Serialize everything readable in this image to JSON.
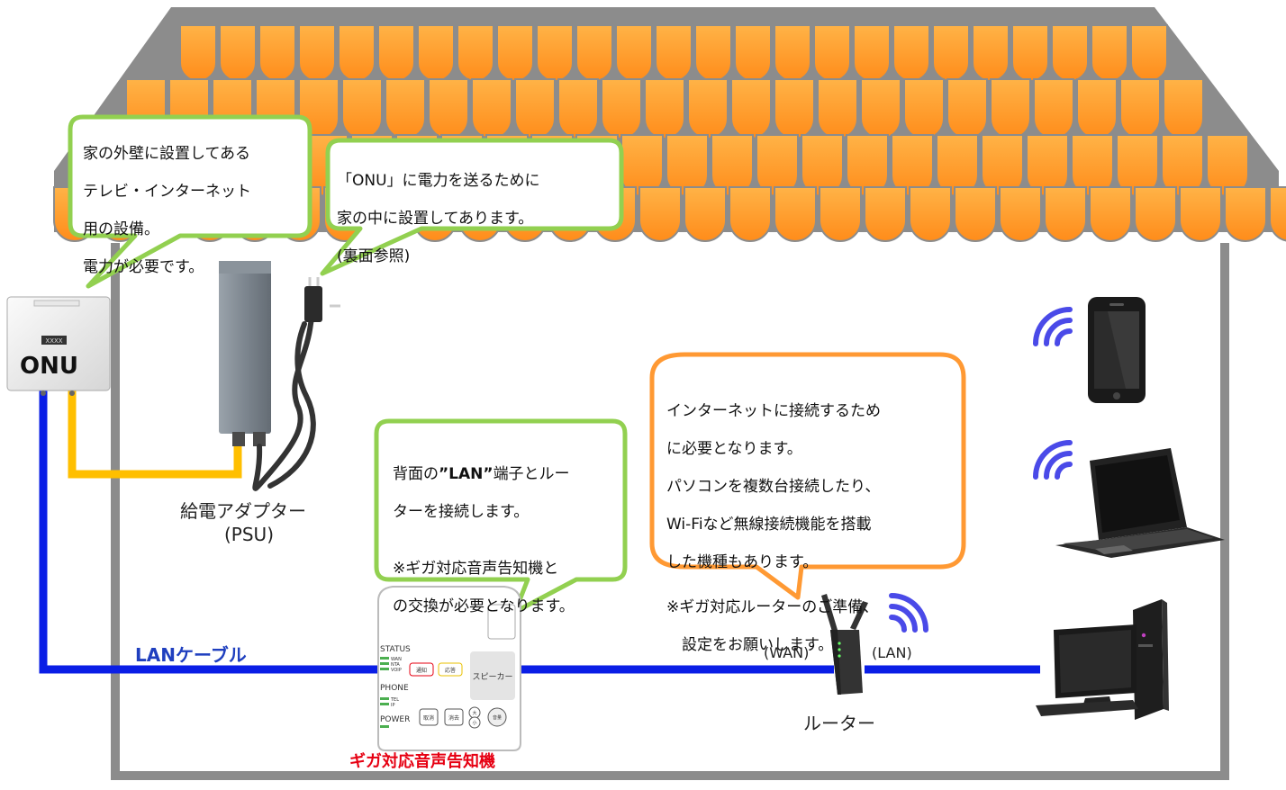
{
  "callouts": {
    "onu": [
      "家の外壁に設置してある",
      "テレビ・インターネット",
      "用の設備。",
      "電力が必要です。"
    ],
    "psu": [
      "「ONU」に電力を送るために",
      "家の中に設置してあります。",
      "(裏面参照)"
    ],
    "notifier": {
      "line1_prefix": "背面の",
      "line1_bold": "”LAN”",
      "line1_suffix": "端子とルー",
      "line2": "ターを接続します。",
      "note": [
        "※ギガ対応音声告知機と",
        "の交換が必要となります。"
      ]
    },
    "router": {
      "lines": [
        "インターネットに接続するため",
        "に必要となります。",
        "パソコンを複数台接続したり、",
        "Wi-Fiなど無線接続機能を搭載",
        "した機種もあります。"
      ],
      "note": [
        "※ギガ対応ルーターのご準備、",
        "　設定をお願いします。"
      ]
    }
  },
  "labels": {
    "onu": "ONU",
    "psu": "給電アダプター",
    "psu_abbr": "(PSU)",
    "lan_cable": "LANケーブル",
    "wan": "(WAN)",
    "lan": "(LAN)",
    "router": "ルーター",
    "notifier": "ギガ対応音声告知機"
  },
  "notifier_panel": {
    "status": "STATUS",
    "wan": "WAN",
    "nta": "NTA",
    "voip": "VOIP",
    "btn_notice": "通知",
    "btn_reply": "応答",
    "speaker": "スピーカー",
    "phone": "PHONE",
    "tel": "TEL",
    "ip": "IP",
    "power": "POWER",
    "btn_cancel": "取消",
    "btn_power_off": "消去",
    "btn_big": "大",
    "btn_small": "小",
    "btn_volume": "音量"
  },
  "onu_panel_text": "XXXX",
  "colors": {
    "roof": "#8c8c8c",
    "tile": "#ff9a2e",
    "wall": "#8c8c8c",
    "lan_cable": "#0a1ee6",
    "power_cable": "#ffbf00",
    "green_bubble": "#92d050",
    "orange_bubble": "#ff9933",
    "notifier_label": "#e60012",
    "lan_label": "#1f3fbf",
    "wifi": "#4a4ae8"
  },
  "icons": [
    "smartphone-icon",
    "laptop-icon",
    "desktop-pc-icon",
    "router-icon",
    "wifi-signal-icon",
    "onu-device-icon",
    "power-adapter-icon",
    "notifier-device-icon"
  ]
}
